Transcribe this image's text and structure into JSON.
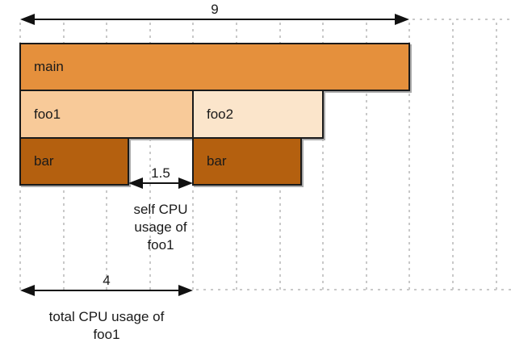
{
  "diagram": {
    "kind": "flame-graph-cpu-usage-explainer",
    "colors": {
      "background": "#ffffff",
      "frame_border": "#1a1a1a",
      "grid": "#c9c9c9",
      "arrow": "#111111",
      "text": "#1a1a1a",
      "shadow": "#ababab",
      "main_fill": "#e5903c",
      "foo1_fill": "#f8ca99",
      "foo2_fill": "#fbe5cb",
      "bar_fill": "#b4600f"
    },
    "frames": [
      {
        "label": "main",
        "depth": 0,
        "start": 0,
        "duration": 9,
        "color": "#e5903c"
      },
      {
        "label": "foo1",
        "depth": 1,
        "start": 0,
        "duration": 4,
        "color": "#f8ca99"
      },
      {
        "label": "foo2",
        "depth": 1,
        "start": 4,
        "duration": 3,
        "color": "#fbe5cb"
      },
      {
        "label": "bar",
        "depth": 2,
        "start": 0,
        "duration": 2.5,
        "color": "#b4600f"
      },
      {
        "label": "bar",
        "depth": 2,
        "start": 4,
        "duration": 2.5,
        "color": "#b4600f"
      }
    ],
    "measurements": [
      {
        "value": "9",
        "from": 0,
        "to": 9
      },
      {
        "value": "1.5",
        "from": 2.5,
        "to": 4,
        "caption_lines": [
          "self CPU",
          "usage of",
          "foo1"
        ]
      },
      {
        "value": "4",
        "from": 0,
        "to": 4,
        "caption_lines": [
          "total CPU usage of",
          "foo1"
        ]
      }
    ]
  }
}
